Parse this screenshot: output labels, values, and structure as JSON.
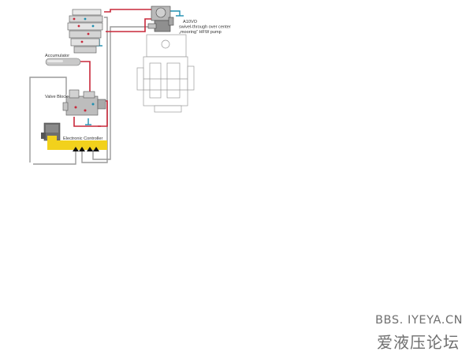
{
  "diagram": {
    "labels": {
      "pump_line1": "A10VO",
      "pump_line2": "swivel-through over center",
      "pump_line3": "„mooring“ HFW pump",
      "accumulator": "Accumulator",
      "valve_block": "Valve Block",
      "controller": "Electronic Controller"
    },
    "colors": {
      "pressure_line": "#c8283a",
      "drain_line": "#1e8fb0",
      "signal_line": "#9a9a9a",
      "controller_bus": "#f2d11c"
    }
  },
  "watermark": {
    "line1": "BBS. IYEYA.CN",
    "line2": "爱液压论坛"
  }
}
